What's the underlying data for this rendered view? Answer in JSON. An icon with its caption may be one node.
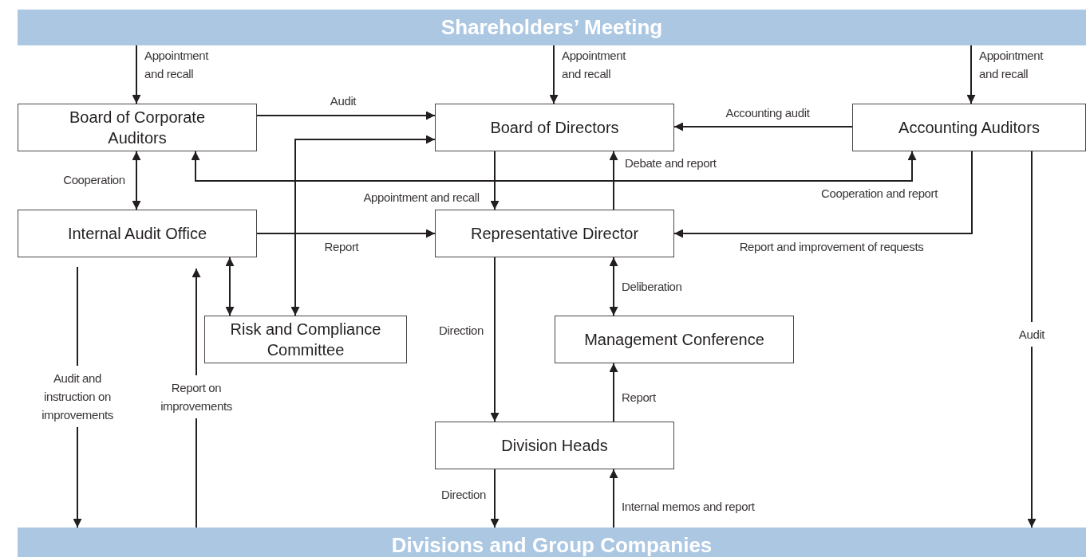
{
  "diagram": {
    "nodes": [
      {
        "text": [
          "Shareholders’ Meeting"
        ]
      },
      {
        "text": [
          "Board of Corporate Auditors"
        ]
      },
      {
        "text": [
          "Board of Directors"
        ]
      },
      {
        "text": [
          "Accounting Auditors"
        ]
      },
      {
        "text": [
          "Internal Audit Office"
        ]
      },
      {
        "text": [
          "Representative Director"
        ]
      },
      {
        "text": [
          "Risk and Compliance Committee"
        ]
      },
      {
        "text": [
          "Management Conference"
        ]
      },
      {
        "text": [
          "Division Heads"
        ]
      },
      {
        "text": [
          "Divisions and Group Companies"
        ]
      }
    ],
    "edges": [
      {
        "from": 0,
        "to": 1,
        "arrow": "to",
        "label": "Appointment and recall"
      },
      {
        "from": 0,
        "to": 2,
        "arrow": "to",
        "label": "Appointment and recall"
      },
      {
        "from": 0,
        "to": 3,
        "arrow": "to",
        "label": "Appointment and recall"
      },
      {
        "from": 1,
        "to": 2,
        "arrow": "to",
        "label": "Audit"
      },
      {
        "from": 6,
        "to": 2,
        "arrow": "both"
      },
      {
        "from": 3,
        "to": 2,
        "arrow": "to",
        "label": "Accounting audit"
      },
      {
        "from": 1,
        "to": 3,
        "arrow": "both",
        "label": "Cooperation and report"
      },
      {
        "from": 1,
        "to": 4,
        "arrow": "both",
        "label": "Cooperation"
      },
      {
        "from": 2,
        "to": 5,
        "arrow": "to",
        "label": "Appointment and recall"
      },
      {
        "from": 5,
        "to": 2,
        "arrow": "to",
        "label": "Debate and report"
      },
      {
        "from": 3,
        "to": 5,
        "arrow": "to",
        "label": "Report and improvement of requests"
      },
      {
        "from": 4,
        "to": 5,
        "arrow": "to",
        "label": "Report"
      },
      {
        "from": 4,
        "to": 6,
        "arrow": "both"
      },
      {
        "from": 5,
        "to": 7,
        "arrow": "both",
        "label": "Deliberation"
      },
      {
        "from": 5,
        "to": 8,
        "arrow": "to",
        "label": "Direction"
      },
      {
        "from": 4,
        "to": 9,
        "arrow": "to",
        "label": "Audit and instruction on improvements"
      },
      {
        "from": 9,
        "to": 4,
        "arrow": "to",
        "label": "Report on improvements"
      },
      {
        "from": 8,
        "to": 7,
        "arrow": "to",
        "label": "Report"
      },
      {
        "from": 8,
        "to": 9,
        "arrow": "to",
        "label": "Direction"
      },
      {
        "from": 9,
        "to": 8,
        "arrow": "to",
        "label": "Internal memos and report"
      },
      {
        "from": 3,
        "to": 9,
        "arrow": "to",
        "label": "Audit"
      }
    ]
  }
}
